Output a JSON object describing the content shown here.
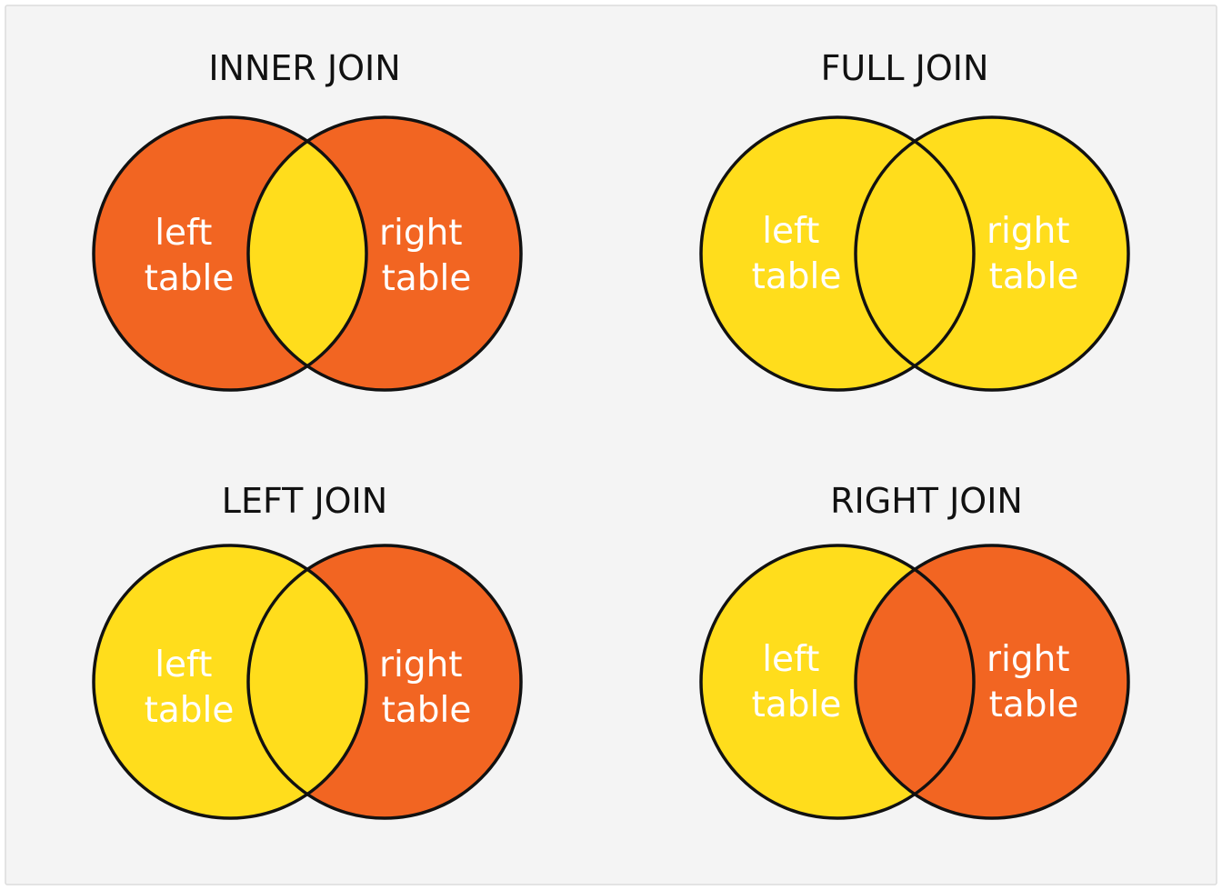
{
  "colors": {
    "background": "#f4f4f4",
    "frame": "#dcdcdc",
    "included": "#f26522",
    "excluded": "#ffdd1c",
    "outline": "#111111",
    "label_on_included": "#ffffff",
    "label_on_excluded": "#111111"
  },
  "panels": [
    {
      "title": "INNER JOIN",
      "left_label": [
        "left",
        "table"
      ],
      "right_label": [
        "right",
        "table"
      ],
      "regions": {
        "left_only": "included",
        "intersection": "excluded",
        "right_only": "included"
      }
    },
    {
      "title": "FULL JOIN",
      "left_label": [
        "left",
        "table"
      ],
      "right_label": [
        "right",
        "table"
      ],
      "regions": {
        "left_only": "excluded",
        "intersection": "excluded",
        "right_only": "excluded"
      }
    },
    {
      "title": "LEFT JOIN",
      "left_label": [
        "left",
        "table"
      ],
      "right_label": [
        "right",
        "table"
      ],
      "regions": {
        "left_only": "excluded",
        "intersection": "excluded",
        "right_only": "included"
      }
    },
    {
      "title": "RIGHT JOIN",
      "left_label": [
        "left",
        "table"
      ],
      "right_label": [
        "right",
        "table"
      ],
      "regions": {
        "left_only": "excluded",
        "intersection": "included",
        "right_only": "included"
      }
    }
  ]
}
